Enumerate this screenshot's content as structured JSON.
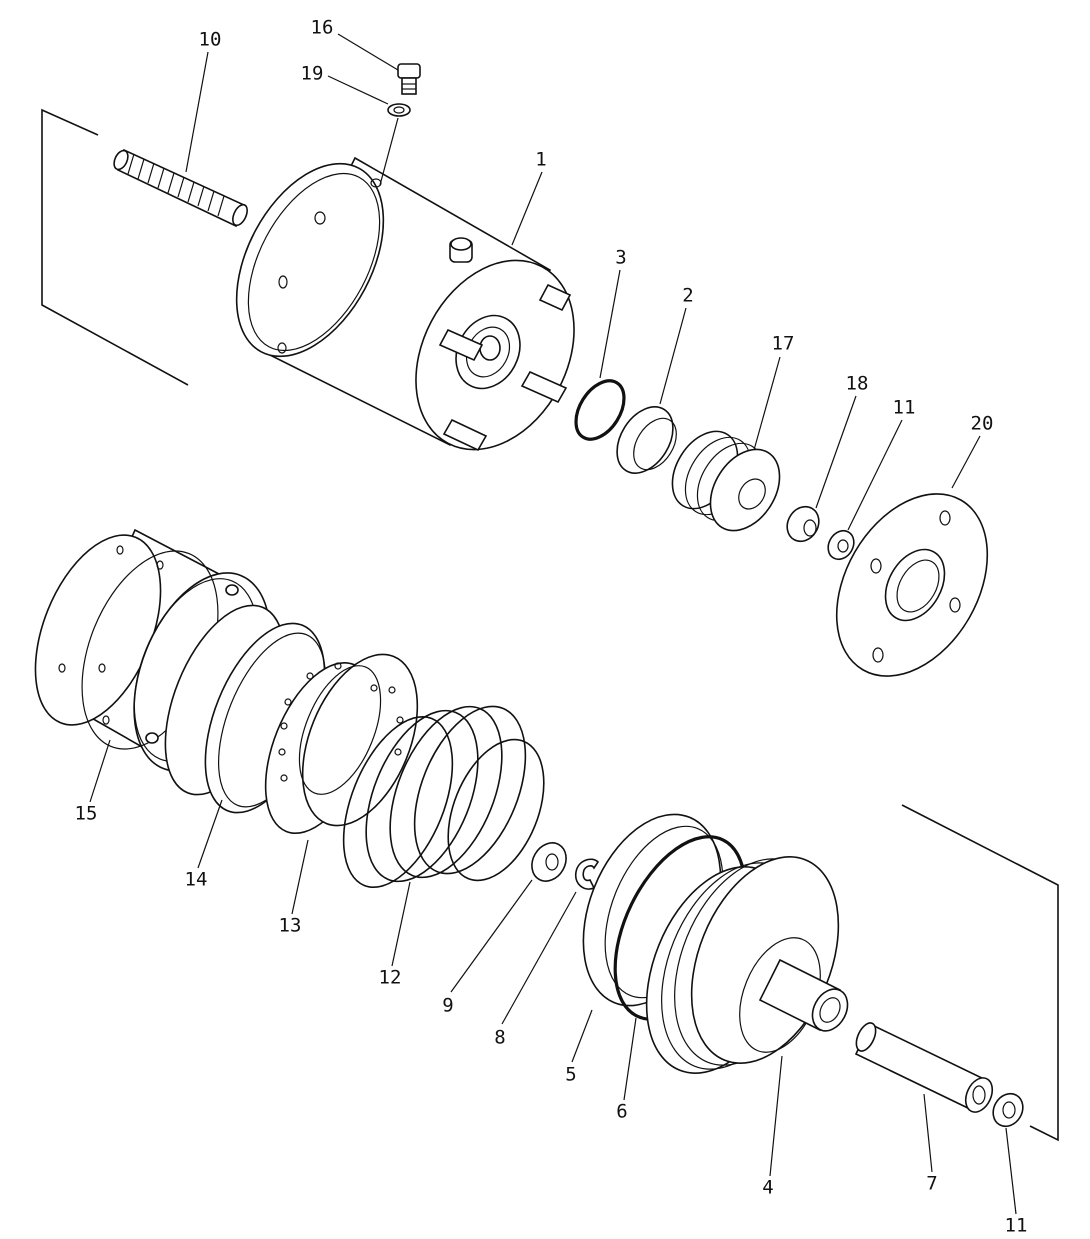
{
  "callouts": [
    {
      "id": "c10",
      "text": "10"
    },
    {
      "id": "c16",
      "text": "16"
    },
    {
      "id": "c19",
      "text": "19"
    },
    {
      "id": "c1",
      "text": "1"
    },
    {
      "id": "c3",
      "text": "3"
    },
    {
      "id": "c2",
      "text": "2"
    },
    {
      "id": "c17",
      "text": "17"
    },
    {
      "id": "c18",
      "text": "18"
    },
    {
      "id": "c11a",
      "text": "11"
    },
    {
      "id": "c20",
      "text": "20"
    },
    {
      "id": "c15",
      "text": "15"
    },
    {
      "id": "c14",
      "text": "14"
    },
    {
      "id": "c13",
      "text": "13"
    },
    {
      "id": "c12",
      "text": "12"
    },
    {
      "id": "c9",
      "text": "9"
    },
    {
      "id": "c8",
      "text": "8"
    },
    {
      "id": "c5",
      "text": "5"
    },
    {
      "id": "c6",
      "text": "6"
    },
    {
      "id": "c4",
      "text": "4"
    },
    {
      "id": "c7",
      "text": "7"
    },
    {
      "id": "c11b",
      "text": "11"
    }
  ]
}
